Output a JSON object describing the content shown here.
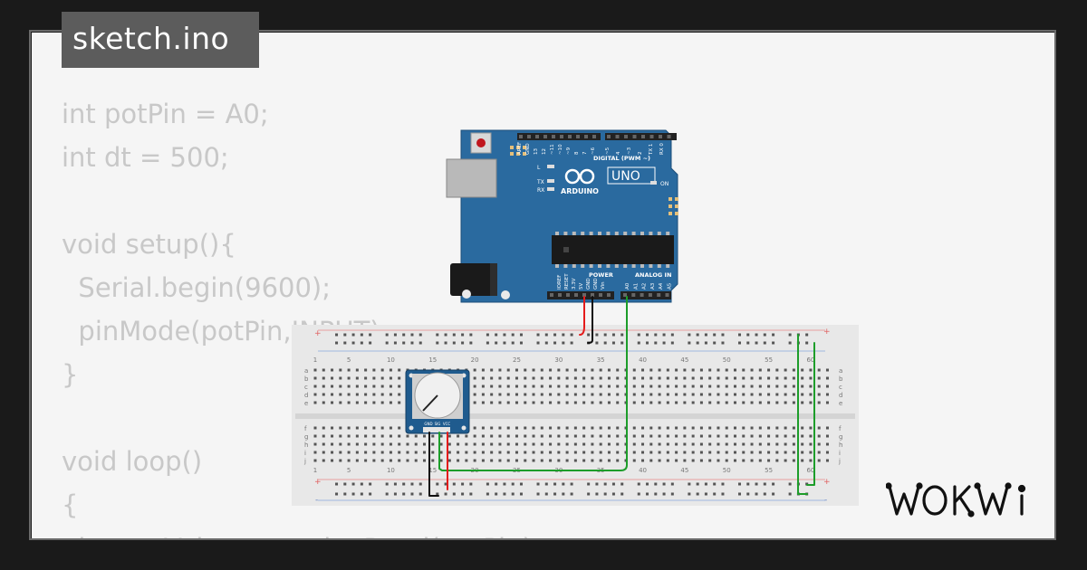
{
  "file_tab": {
    "label": "sketch.ino"
  },
  "code_lines": [
    "int potPin = A0;",
    "int dt = 500;",
    "",
    "void setup(){",
    "  Serial.begin(9600);",
    "  pinMode(potPin,INPUT);",
    "}",
    "",
    "void loop()",
    "{",
    "  int potValue = analogRead(potPin);"
  ],
  "brand": {
    "logo_text": "WOKWi"
  },
  "arduino": {
    "model": "UNO",
    "brand": "ARDUINO",
    "digital_label": "DIGITAL (PWM ~)",
    "power_label": "POWER",
    "analog_label": "ANALOG IN",
    "on_label": "ON",
    "top_pins": [
      "AREF",
      "GND",
      "13",
      "12",
      "~11",
      "~10",
      "~9",
      "8",
      "7",
      "~6",
      "~5",
      "4",
      "~3",
      "2",
      "TX 1",
      "RX 0"
    ],
    "power_pins": [
      "IOREF",
      "RESET",
      "3.3V",
      "5V",
      "GND",
      "GND",
      "Vin"
    ],
    "analog_pins": [
      "A0",
      "A1",
      "A2",
      "A3",
      "A4",
      "A5"
    ],
    "led_labels": [
      "L",
      "TX",
      "RX"
    ]
  },
  "breadboard": {
    "column_numbers": [
      "1",
      "5",
      "10",
      "15",
      "20",
      "25",
      "30",
      "35",
      "40",
      "45",
      "50",
      "55",
      "60"
    ],
    "top_rows": [
      "a",
      "b",
      "c",
      "d",
      "e"
    ],
    "bottom_rows": [
      "f",
      "g",
      "h",
      "i",
      "j"
    ],
    "rail_plus": "+",
    "rail_minus": "-"
  },
  "potentiometer": {
    "pin_labels": [
      "GND",
      "SIG",
      "VCC"
    ]
  },
  "colors": {
    "board": "#2a6a9f",
    "wire_red": "#e41b1b",
    "wire_black": "#111111",
    "wire_green": "#1d9d2a",
    "pot_body": "#1f5b8e"
  }
}
